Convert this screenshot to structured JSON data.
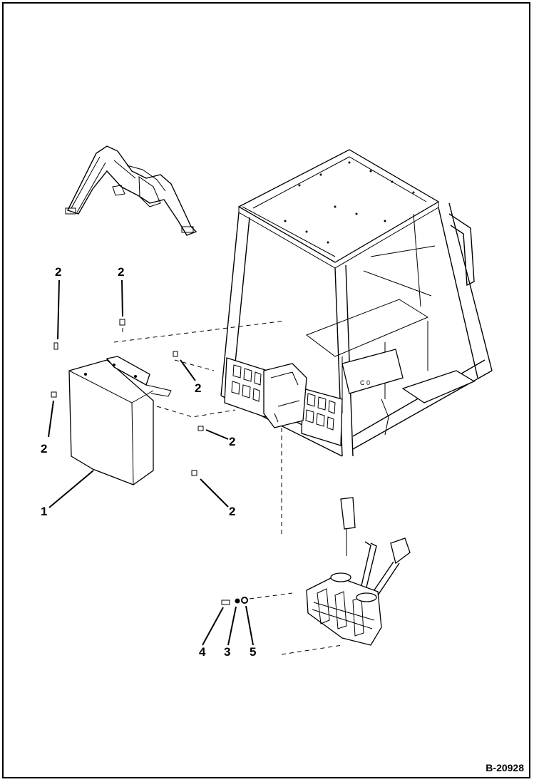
{
  "drawing": {
    "id_label": "B-20928"
  },
  "callouts": [
    {
      "key": "c2a",
      "text": "2"
    },
    {
      "key": "c2b",
      "text": "2"
    },
    {
      "key": "c2c",
      "text": "2"
    },
    {
      "key": "c2d",
      "text": "2"
    },
    {
      "key": "c2e",
      "text": "2"
    },
    {
      "key": "c2f",
      "text": "2"
    },
    {
      "key": "c1",
      "text": "1"
    },
    {
      "key": "c4",
      "text": "4"
    },
    {
      "key": "c3",
      "text": "3"
    },
    {
      "key": "c5",
      "text": "5"
    }
  ],
  "colors": {
    "ink": "#000000",
    "paper": "#ffffff"
  }
}
